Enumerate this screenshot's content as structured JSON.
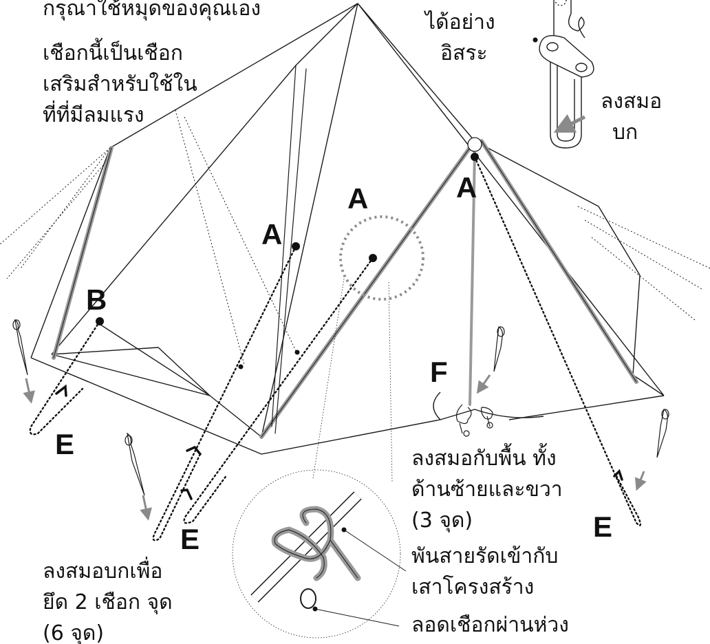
{
  "texts": {
    "top_left_instruction": "กรุณาใช้หมุดของคุณเอง",
    "aux_rope_line1": "เชือกนี้เป็นเชือก",
    "aux_rope_line2": "เสริมสำหรับใช้ใน",
    "aux_rope_line3": "ที่ที่มีลมแรง",
    "adjust_line1": "ได้อย่าง",
    "adjust_line2": "อิสระ",
    "peg_ground_line1": "ลงสมอ",
    "peg_ground_line2": "บก",
    "both_sides_line1": "ลงสมอกับพื้น ทั้ง",
    "both_sides_line2": "ด้านซ้ายและขวา",
    "both_sides_line3": "(3 จุด)",
    "wrap_pole_line1": "พันสายรัดเข้ากับ",
    "wrap_pole_line2": "เสาโครงสร้าง",
    "thread_loop": "ลอดเชือกผ่านห่วง",
    "peg_two_ropes_line1": "ลงสมอบกเพื่อ",
    "peg_two_ropes_line2": "ยึด 2 เชือก จุด",
    "peg_two_ropes_line3": "(6 จุด)"
  },
  "labels": {
    "a_center": "A",
    "a_circle": "A",
    "a_right": "A",
    "b": "B",
    "e_left": "E",
    "e_center": "E",
    "e_right": "E",
    "f": "F"
  },
  "colors": {
    "line": "#1a1a1a",
    "pole": "#9a9a9a",
    "arrow": "#8a8a8a",
    "dot": "#111111",
    "callout_circle": "#8c8c8c"
  }
}
